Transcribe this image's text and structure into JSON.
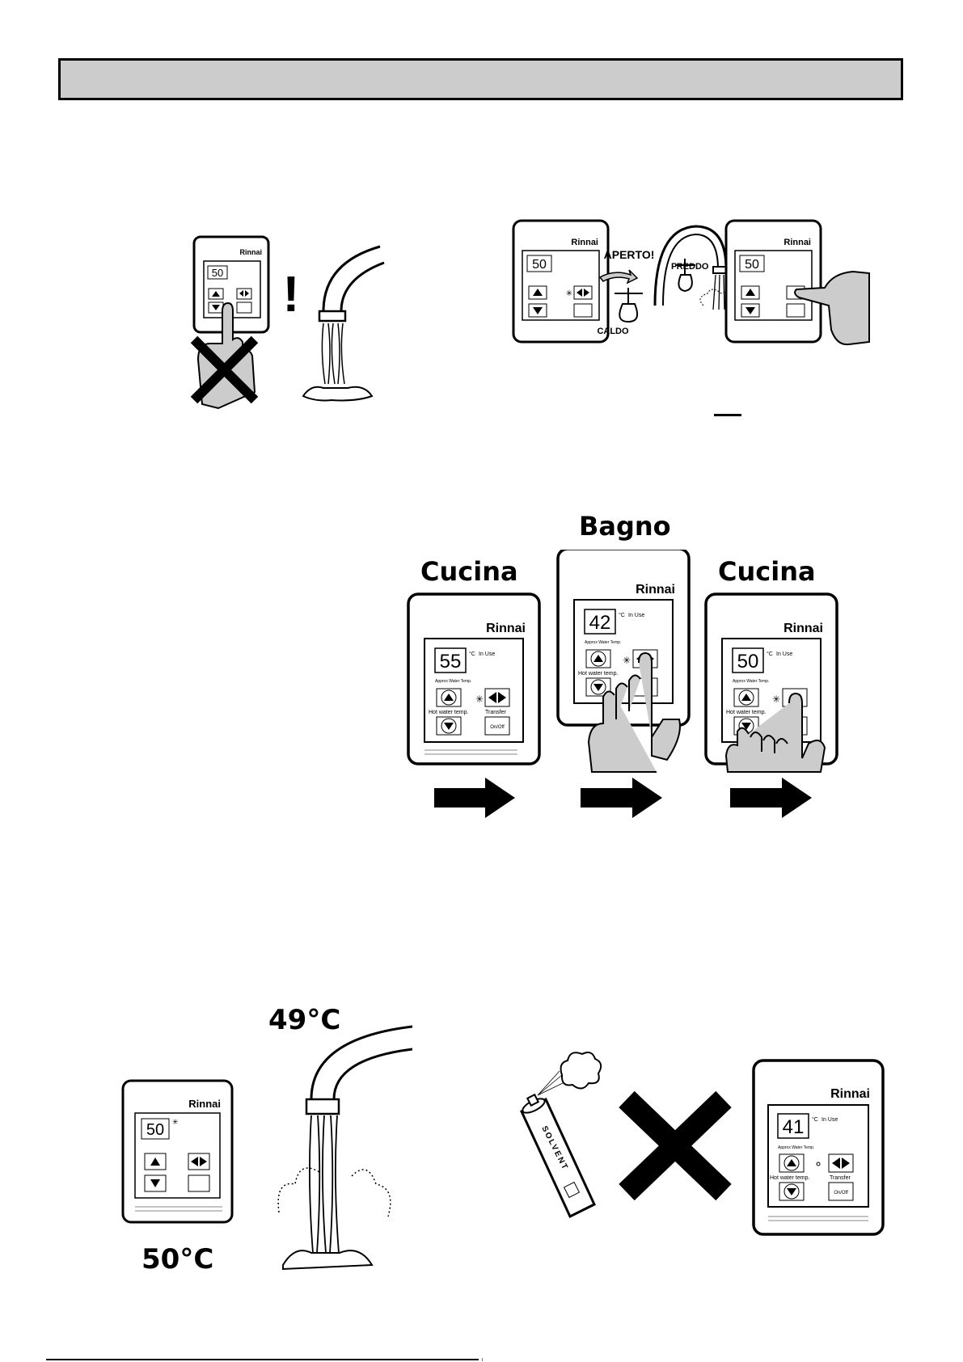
{
  "header": {
    "title": ""
  },
  "brand": "Rinnai",
  "controller_labels": {
    "unit": "°C",
    "in_use": "In Use",
    "approx_temp": "Approx Water Temp.",
    "hot_water_temp": "Hot water temp.",
    "transfer": "Transfer",
    "on_off": "On/Off"
  },
  "section1": {
    "warning_symbol": "!",
    "controller_display": "50"
  },
  "section2": {
    "controller_left_display": "50",
    "controller_right_display": "50",
    "tap_open_label": "APERTO!",
    "cold_label": "FREDDO",
    "hot_label": "CALDO"
  },
  "section3": {
    "panels": [
      {
        "location": "Cucina",
        "display": "55"
      },
      {
        "location": "Bagno",
        "display": "42"
      },
      {
        "location": "Cucina",
        "display": "50"
      }
    ]
  },
  "section4": {
    "controller_display": "50",
    "set_temp_label": "50°C",
    "outlet_temp_label": "49°C"
  },
  "section5": {
    "can_label": "SOLVENT",
    "controller_display": "41"
  }
}
